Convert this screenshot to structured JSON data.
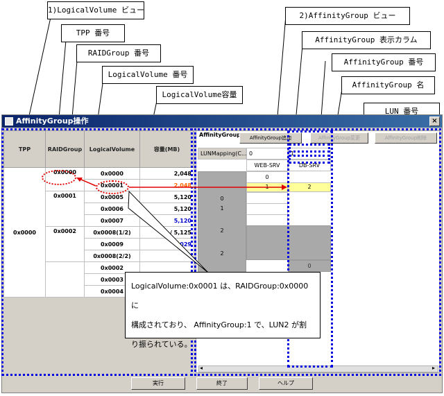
{
  "callouts": {
    "logical_volume_view": "1)LogicalVolume ビュー",
    "tpp_number": "TPP 番号",
    "raidgroup_number": "RAIDGroup 番号",
    "logicalvolume_number": "LogicalVolume 番号",
    "logicalvolume_capacity": "LogicalVolume容量",
    "affinity_group_view": "2)AffinityGroup ビュー",
    "affinity_column": "AffinityGroup 表示カラム",
    "affinity_number": "AffinityGroup 番号",
    "affinity_name": "AffinityGroup 名",
    "lun_number": "LUN 番号"
  },
  "window": {
    "title": "AffinityGroup操作",
    "close": "×"
  },
  "left_table": {
    "headers": [
      "TPP",
      "RAIDGroup",
      "LogicalVolume",
      "容量(MB)"
    ],
    "tpp": "0x0000",
    "raid": [
      "0x0000",
      "0x0001",
      "0x0002"
    ],
    "rows": [
      {
        "lv": "0x0000",
        "cap": "2,048"
      },
      {
        "lv": "0x0001",
        "cap": "2,048"
      },
      {
        "lv": "0x0005",
        "cap": "5,120"
      },
      {
        "lv": "0x0006",
        "cap": "5,120"
      },
      {
        "lv": "0x0007",
        "cap": "5,120"
      },
      {
        "lv": "0x0008(1/2)",
        "cap": "0 / 5,125"
      },
      {
        "lv": "0x0009",
        "cap": "029"
      },
      {
        "lv": "0x0008(2/2)",
        "cap": ""
      },
      {
        "lv": "0x0002",
        "cap": ""
      },
      {
        "lv": "0x0003",
        "cap": ""
      },
      {
        "lv": "0x0004",
        "cap": ""
      }
    ]
  },
  "right": {
    "header_label": "AffinityGroup",
    "buttons": {
      "add": "AffinityGroup追加",
      "change": "AffinityGroup変更",
      "delete": "AffinityGroup削除"
    },
    "lun_mapping": "LUNMapping(C...",
    "col1_number": "0",
    "col1_name": "WEB-SRV",
    "col2_number": "1",
    "col2_name": "DB-SRV",
    "gray_values": [
      "0",
      "1",
      "2",
      "2"
    ],
    "col1_values": [
      "0",
      "1"
    ],
    "col2_values": [
      "2",
      "0"
    ]
  },
  "bubble": {
    "line1": "LogicalVolume:0x0001 は、RAIDGroup:0x0000 に",
    "line2": "構成されており、 AffinityGroup:1 で、LUN2 が割",
    "line3": "り振られている。"
  },
  "footer": {
    "execute": "実行",
    "close": "終了",
    "help": "ヘルプ"
  },
  "colors": {
    "dotted_outline": "#0000e0",
    "highlight": "#ffff99",
    "arrow": "#e00000"
  }
}
